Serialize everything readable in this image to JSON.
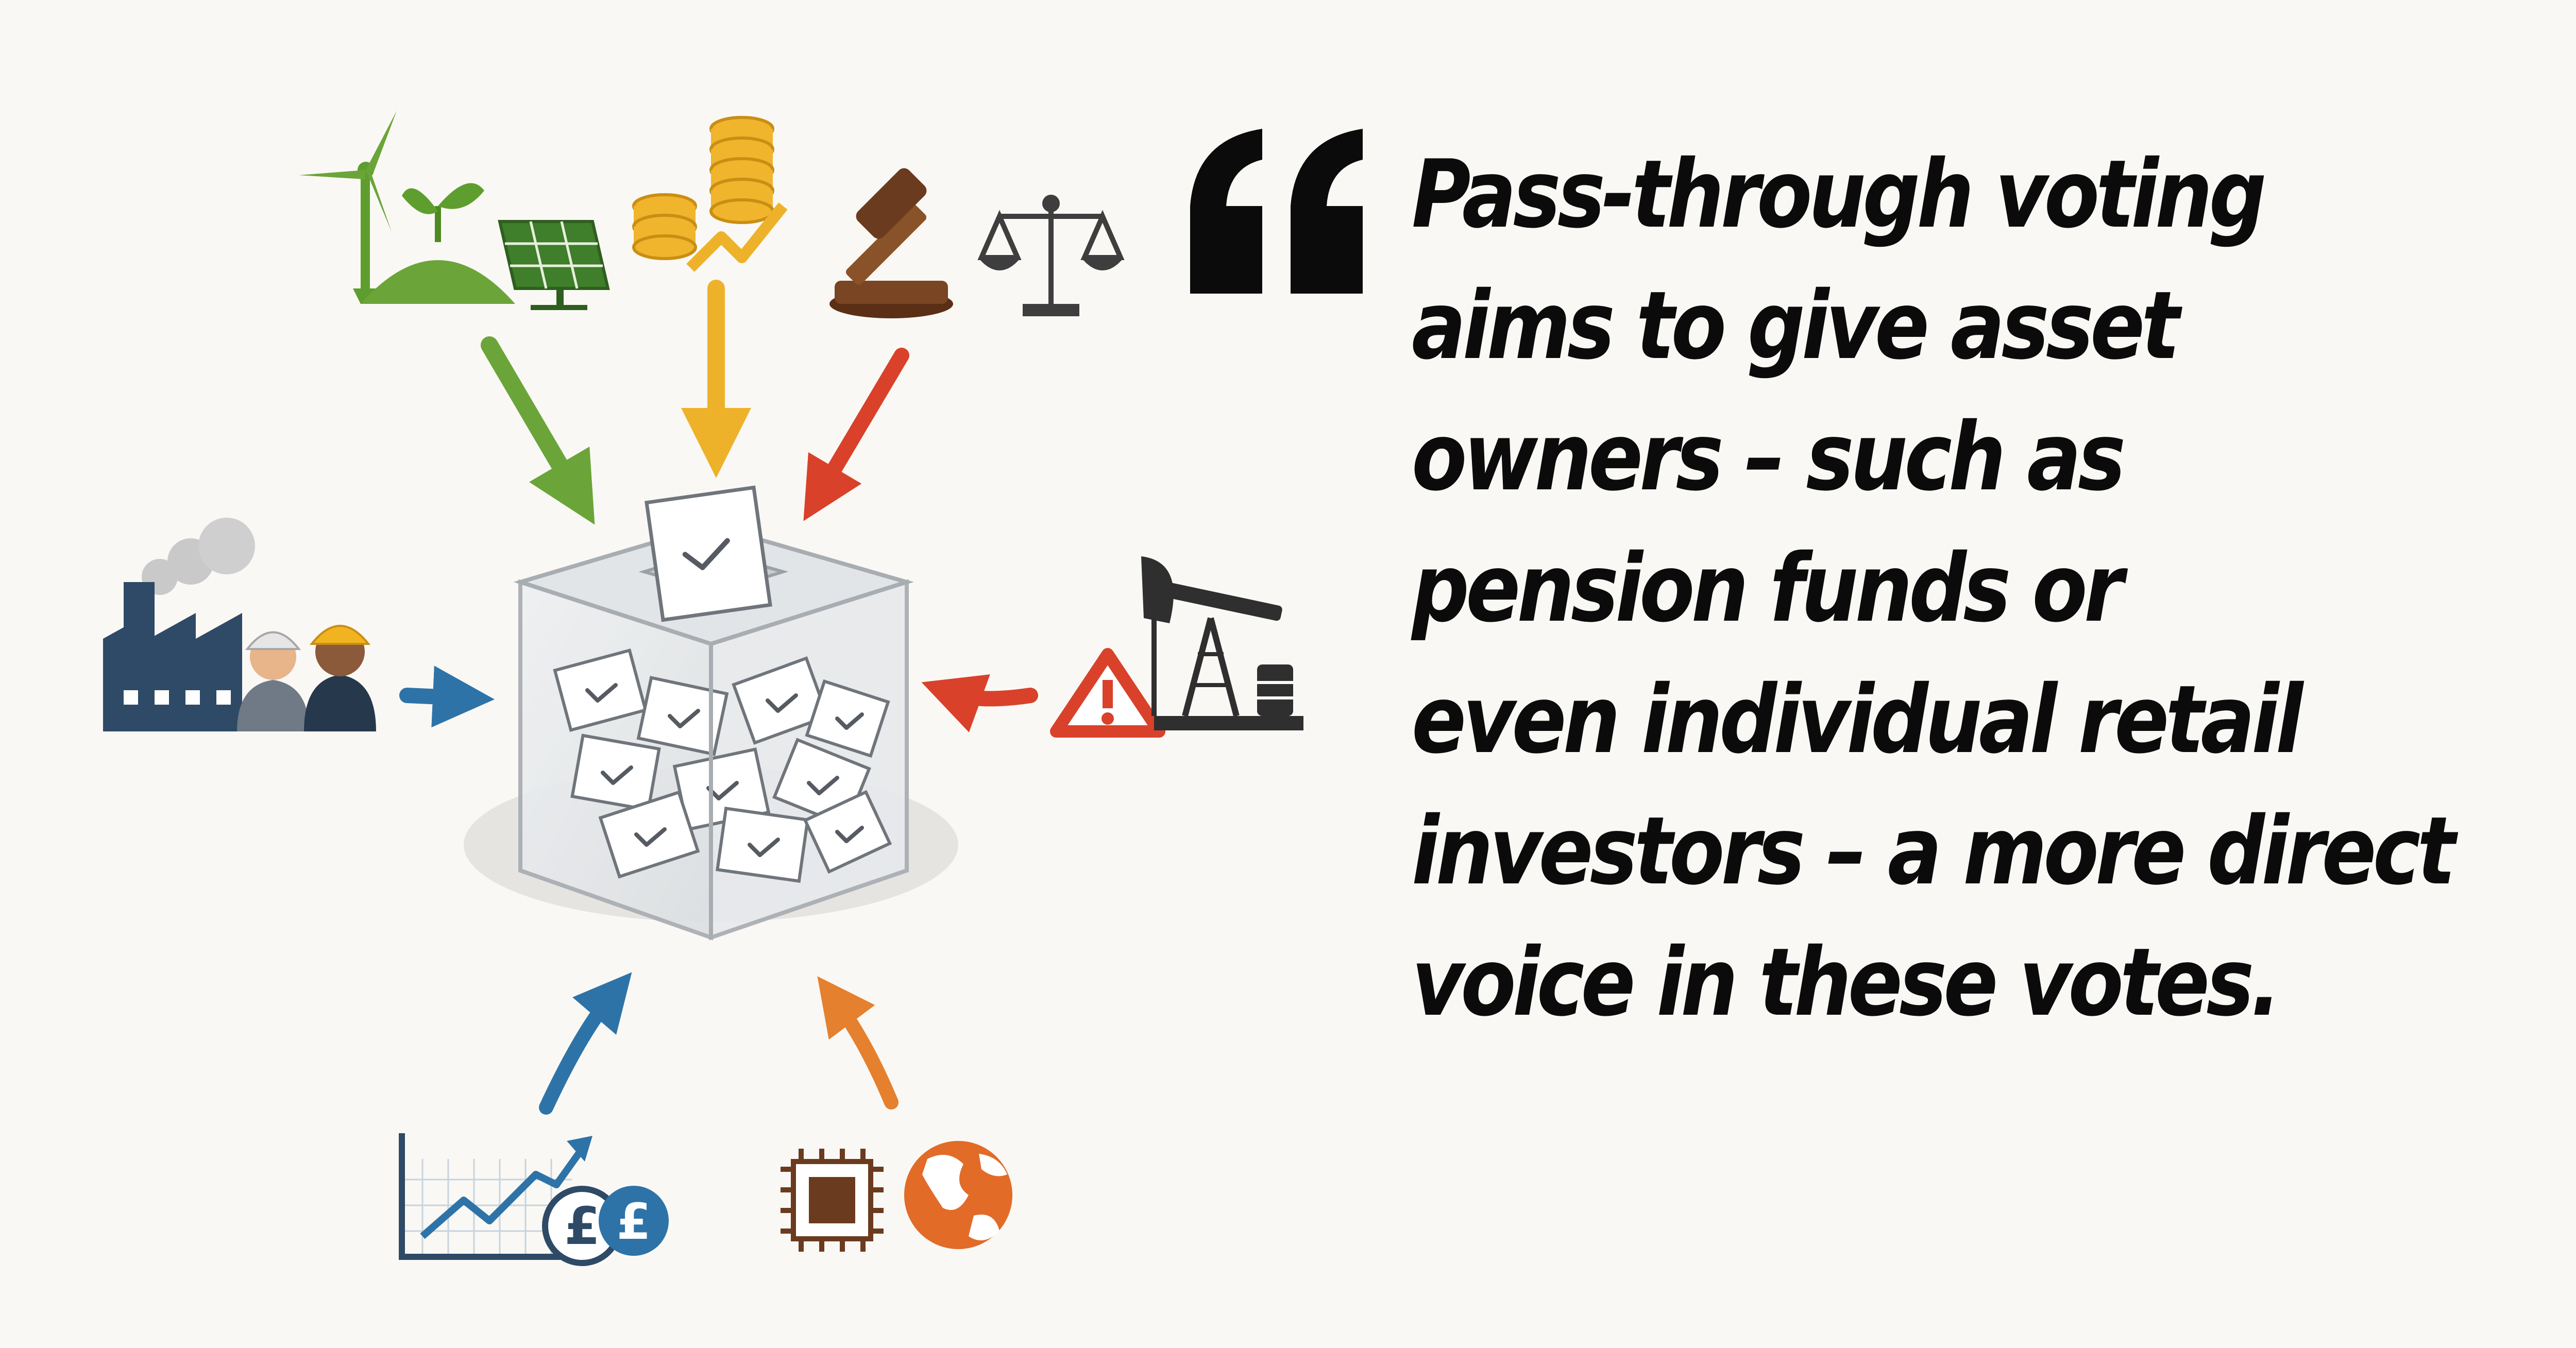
{
  "quote": {
    "lines": [
      "Pass-through voting",
      "aims to give asset",
      "owners – such as",
      "pension funds or",
      "even individual retail",
      "investors – a more direct",
      "voice in these votes."
    ]
  },
  "icons": {
    "top": [
      "wind-turbine-icon",
      "sprout-icon",
      "solar-panel-icon",
      "coin-stack-icon",
      "gavel-icon",
      "scales-icon"
    ],
    "left": [
      "factory-icon",
      "worker-icon"
    ],
    "right": [
      "warning-icon",
      "oil-pump-icon",
      "oil-barrel-icon"
    ],
    "bottom": [
      "growth-chart-icon",
      "pound-coin-icon",
      "microchip-icon",
      "globe-icon"
    ],
    "center": "ballot-box-icon"
  },
  "colors": {
    "background": "#FAF8F4",
    "text": "#0B0B0B",
    "green": "#6BA539",
    "yellow": "#EDB22A",
    "red": "#D9412B",
    "blue": "#2E73A8",
    "orange": "#E5802E",
    "navy": "#2E4A66",
    "brown": "#6B3B1F"
  },
  "currency_symbol": "£"
}
